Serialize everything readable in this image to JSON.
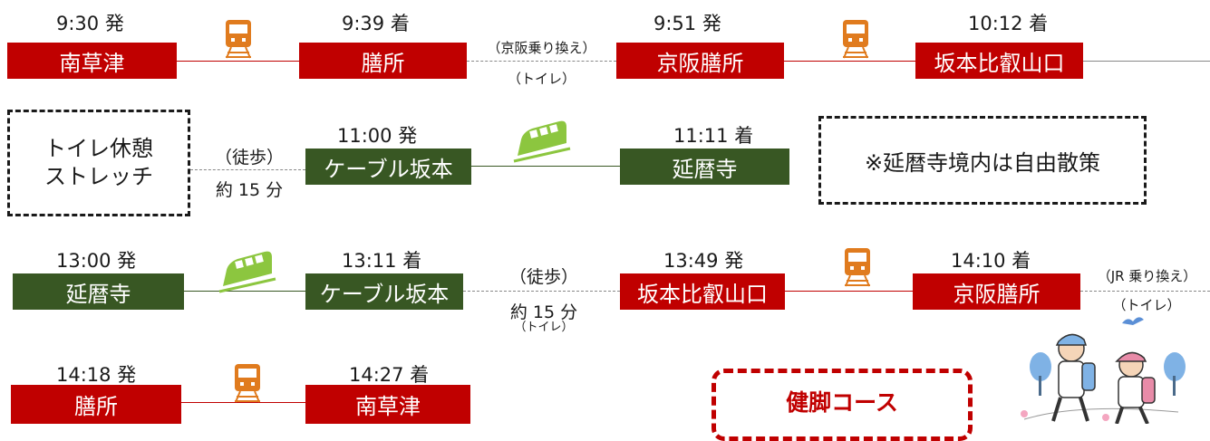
{
  "row1": {
    "times": [
      "9:30 発",
      "9:39 着",
      "9:51 発",
      "10:12 着"
    ],
    "stations": [
      "南草津",
      "膳所",
      "京阪膳所",
      "坂本比叡山口"
    ],
    "transfer": "（京阪乗り換え）",
    "toilet": "（トイレ）"
  },
  "row2": {
    "rest_box": [
      "トイレ休憩",
      "ストレッチ"
    ],
    "walk": "（徒歩）",
    "walk_time": "約 15 分",
    "times": [
      "11:00 発",
      "11:11 着"
    ],
    "stations": [
      "ケーブル坂本",
      "延暦寺"
    ],
    "free_walk": "※延暦寺境内は自由散策"
  },
  "row3": {
    "times": [
      "13:00 発",
      "13:11 着",
      "13:49 発",
      "14:10 着"
    ],
    "stations": [
      "延暦寺",
      "ケーブル坂本",
      "坂本比叡山口",
      "京阪膳所"
    ],
    "walk": "（徒歩）",
    "walk_time": "約 15 分",
    "walk_toilet": "（トイレ）",
    "transfer": "（JR 乗り換え）",
    "toilet": "（トイレ）"
  },
  "row4": {
    "times": [
      "14:18 発",
      "14:27 着"
    ],
    "stations": [
      "膳所",
      "南草津"
    ],
    "course_label": "健脚コース"
  },
  "icons": {
    "train": "train-icon",
    "cable_car": "cable-car-icon",
    "hikers": "hikers-illustration"
  },
  "colors": {
    "train_box": "#c00000",
    "cable_box": "#385723",
    "course_border": "#c00000"
  }
}
